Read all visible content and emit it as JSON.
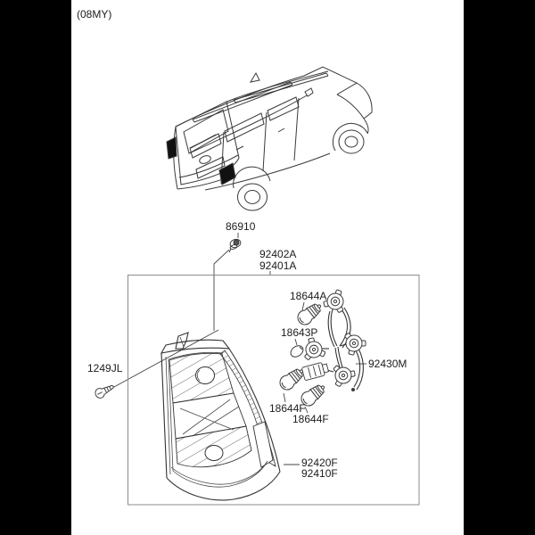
{
  "model_year_note": "(08MY)",
  "colors": {
    "background": "#ffffff",
    "pillarbox": "#000000",
    "line": "#3a3a3a",
    "label_text": "#1c1c1c",
    "box_border": "#8c8c8c",
    "highlight_fill": "#111111"
  },
  "parts": {
    "clip": "86910",
    "lamp_assy_line1": "92402A",
    "lamp_assy_line2": "92401A",
    "bulb_a": "18644A",
    "bulb_p": "18643P",
    "harness": "92430M",
    "screw": "1249JL",
    "bulb_f1": "18644F",
    "bulb_f2": "18644F",
    "lens_line1": "92420F",
    "lens_line2": "92410F"
  }
}
